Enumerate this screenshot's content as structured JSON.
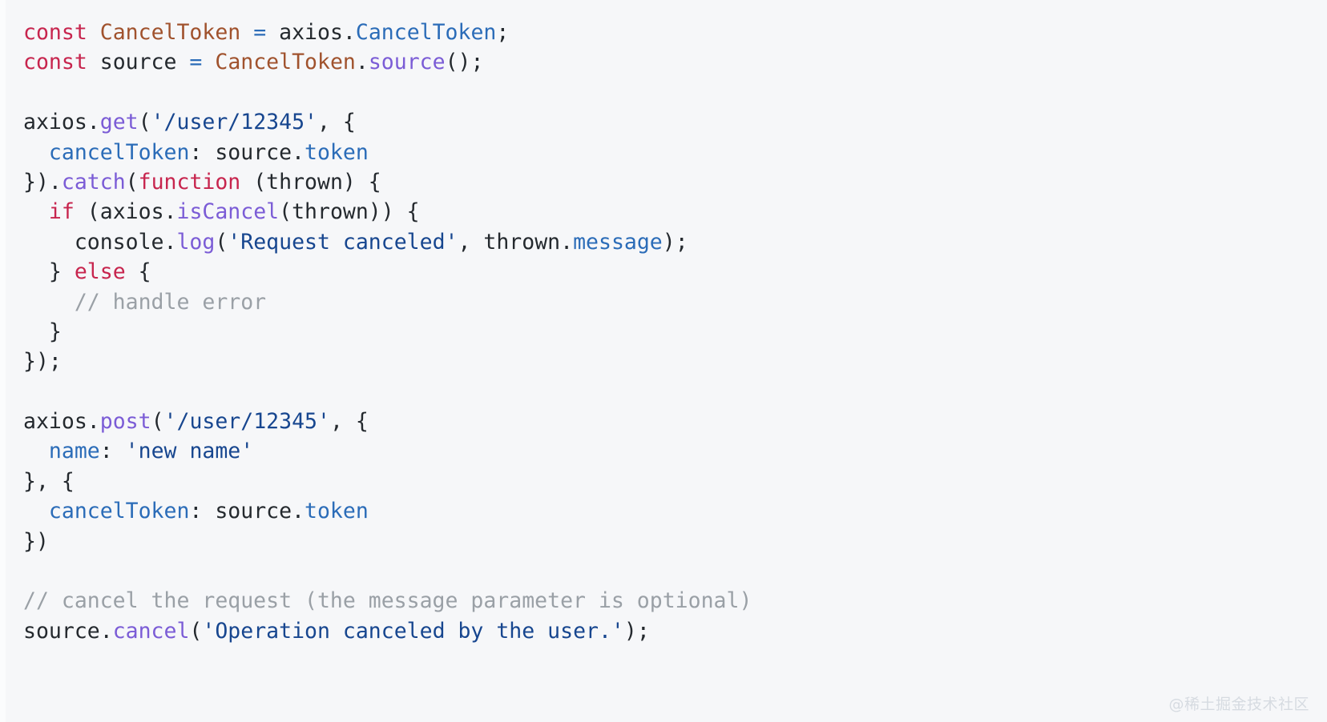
{
  "snippet": {
    "language": "javascript",
    "background_color": "#f6f7f9",
    "left_gutter_color": "#fbfcfd",
    "theme_colors": {
      "plain": "#24292e",
      "keyword": "#c7254e",
      "declaration": "#a0522d",
      "function": "#7b5cd6",
      "property": "#2b6cb8",
      "string": "#17468f",
      "comment": "#9aa0a6",
      "operator": "#2b6cb8"
    },
    "lines": [
      {
        "id": "l1",
        "tokens": [
          {
            "t": "keyword",
            "v": "const"
          },
          {
            "t": "plain",
            "v": " "
          },
          {
            "t": "declare",
            "v": "CancelToken"
          },
          {
            "t": "plain",
            "v": " "
          },
          {
            "t": "operator",
            "v": "="
          },
          {
            "t": "plain",
            "v": " axios."
          },
          {
            "t": "prop",
            "v": "CancelToken"
          },
          {
            "t": "plain",
            "v": ";"
          }
        ]
      },
      {
        "id": "l2",
        "tokens": [
          {
            "t": "keyword",
            "v": "const"
          },
          {
            "t": "plain",
            "v": " source "
          },
          {
            "t": "operator",
            "v": "="
          },
          {
            "t": "plain",
            "v": " "
          },
          {
            "t": "declare",
            "v": "CancelToken"
          },
          {
            "t": "plain",
            "v": "."
          },
          {
            "t": "func",
            "v": "source"
          },
          {
            "t": "plain",
            "v": "();"
          }
        ]
      },
      {
        "id": "l3",
        "tokens": []
      },
      {
        "id": "l4",
        "tokens": [
          {
            "t": "plain",
            "v": "axios."
          },
          {
            "t": "func",
            "v": "get"
          },
          {
            "t": "plain",
            "v": "("
          },
          {
            "t": "string",
            "v": "'/user/12345'"
          },
          {
            "t": "plain",
            "v": ", {"
          }
        ]
      },
      {
        "id": "l5",
        "tokens": [
          {
            "t": "plain",
            "v": "  "
          },
          {
            "t": "prop",
            "v": "cancelToken"
          },
          {
            "t": "plain",
            "v": ": source."
          },
          {
            "t": "prop",
            "v": "token"
          }
        ]
      },
      {
        "id": "l6",
        "tokens": [
          {
            "t": "plain",
            "v": "})."
          },
          {
            "t": "func",
            "v": "catch"
          },
          {
            "t": "plain",
            "v": "("
          },
          {
            "t": "keyword",
            "v": "function"
          },
          {
            "t": "plain",
            "v": " (thrown) {"
          }
        ]
      },
      {
        "id": "l7",
        "tokens": [
          {
            "t": "plain",
            "v": "  "
          },
          {
            "t": "keyword",
            "v": "if"
          },
          {
            "t": "plain",
            "v": " (axios."
          },
          {
            "t": "func",
            "v": "isCancel"
          },
          {
            "t": "plain",
            "v": "(thrown)) {"
          }
        ]
      },
      {
        "id": "l8",
        "tokens": [
          {
            "t": "plain",
            "v": "    console."
          },
          {
            "t": "func",
            "v": "log"
          },
          {
            "t": "plain",
            "v": "("
          },
          {
            "t": "string",
            "v": "'Request canceled'"
          },
          {
            "t": "plain",
            "v": ", thrown."
          },
          {
            "t": "prop",
            "v": "message"
          },
          {
            "t": "plain",
            "v": ");"
          }
        ]
      },
      {
        "id": "l9",
        "tokens": [
          {
            "t": "plain",
            "v": "  } "
          },
          {
            "t": "keyword",
            "v": "else"
          },
          {
            "t": "plain",
            "v": " {"
          }
        ]
      },
      {
        "id": "l10",
        "tokens": [
          {
            "t": "comment",
            "v": "    // handle error"
          }
        ]
      },
      {
        "id": "l11",
        "tokens": [
          {
            "t": "plain",
            "v": "  }"
          }
        ]
      },
      {
        "id": "l12",
        "tokens": [
          {
            "t": "plain",
            "v": "});"
          }
        ]
      },
      {
        "id": "l13",
        "tokens": []
      },
      {
        "id": "l14",
        "tokens": [
          {
            "t": "plain",
            "v": "axios."
          },
          {
            "t": "func",
            "v": "post"
          },
          {
            "t": "plain",
            "v": "("
          },
          {
            "t": "string",
            "v": "'/user/12345'"
          },
          {
            "t": "plain",
            "v": ", {"
          }
        ]
      },
      {
        "id": "l15",
        "tokens": [
          {
            "t": "plain",
            "v": "  "
          },
          {
            "t": "prop",
            "v": "name"
          },
          {
            "t": "plain",
            "v": ": "
          },
          {
            "t": "string",
            "v": "'new name'"
          }
        ]
      },
      {
        "id": "l16",
        "tokens": [
          {
            "t": "plain",
            "v": "}, {"
          }
        ]
      },
      {
        "id": "l17",
        "tokens": [
          {
            "t": "plain",
            "v": "  "
          },
          {
            "t": "prop",
            "v": "cancelToken"
          },
          {
            "t": "plain",
            "v": ": source."
          },
          {
            "t": "prop",
            "v": "token"
          }
        ]
      },
      {
        "id": "l18",
        "tokens": [
          {
            "t": "plain",
            "v": "})"
          }
        ]
      },
      {
        "id": "l19",
        "tokens": []
      },
      {
        "id": "l20",
        "tokens": [
          {
            "t": "comment",
            "v": "// cancel the request (the message parameter is optional)"
          }
        ]
      },
      {
        "id": "l21",
        "tokens": [
          {
            "t": "plain",
            "v": "source."
          },
          {
            "t": "func",
            "v": "cancel"
          },
          {
            "t": "plain",
            "v": "("
          },
          {
            "t": "string",
            "v": "'Operation canceled by the user.'"
          },
          {
            "t": "plain",
            "v": ");"
          }
        ]
      }
    ]
  },
  "watermark": {
    "text": "@稀土掘金技术社区",
    "color": "#d6dbe1"
  }
}
